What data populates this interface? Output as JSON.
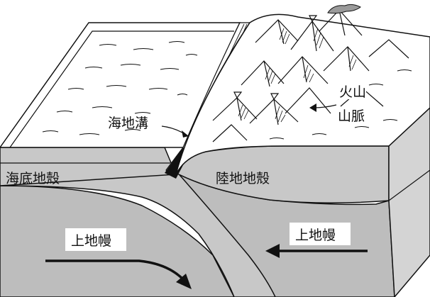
{
  "labels": {
    "trench": "海地溝",
    "volcano_line1": "火山",
    "volcano_line2": "山脈",
    "oceanic_crust": "海底地殼",
    "continental_crust": "陸地地殼",
    "upper_mantle_left": "上地幔",
    "upper_mantle_right": "上地幔"
  },
  "colors": {
    "crust_gray": "#c8c8c8",
    "mantle_gray": "#bdbdbd",
    "line": "#111111",
    "surface": "#ffffff"
  }
}
